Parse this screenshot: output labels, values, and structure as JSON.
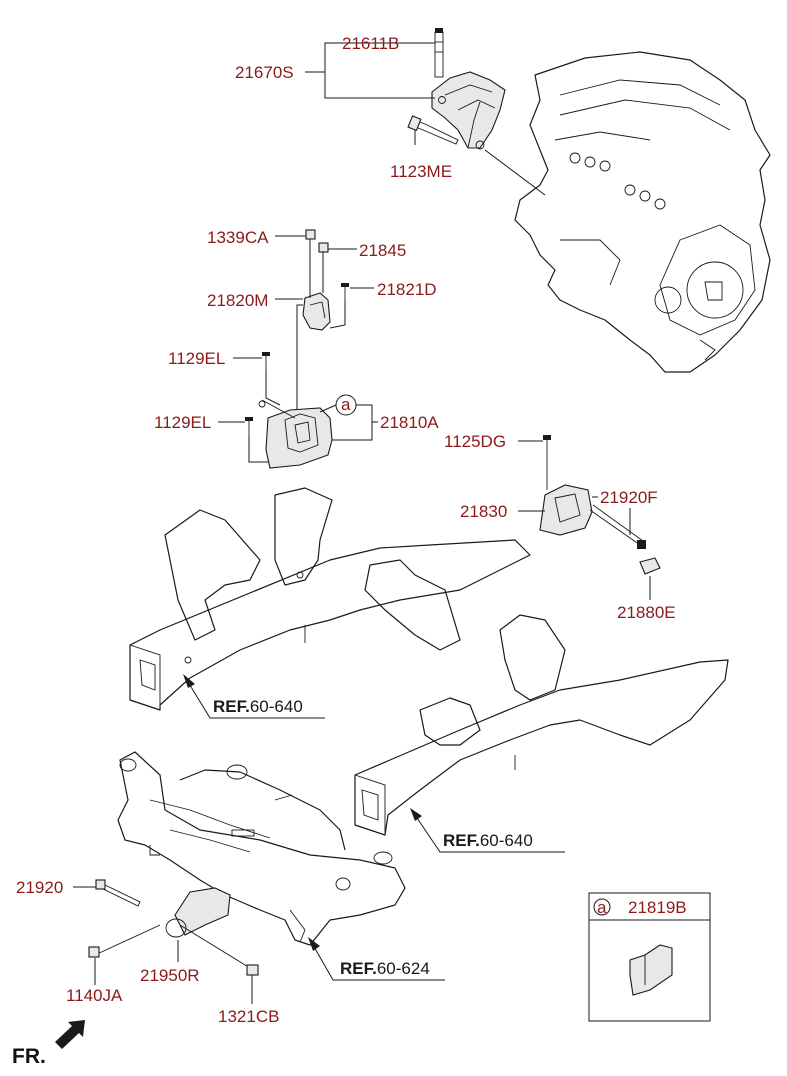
{
  "labels": {
    "p21611B": "21611B",
    "p21670S": "21670S",
    "p1123ME": "1123ME",
    "p1339CA": "1339CA",
    "p21845": "21845",
    "p21820M": "21820M",
    "p21821D": "21821D",
    "p1129EL_a": "1129EL",
    "p1129EL_b": "1129EL",
    "p21810A": "21810A",
    "p1125DG": "1125DG",
    "p21830": "21830",
    "p21920F": "21920F",
    "p21880E": "21880E",
    "p21920": "21920",
    "p1140JA": "1140JA",
    "p21950R": "21950R",
    "p1321CB": "1321CB",
    "callout_a": "a"
  },
  "refs": {
    "ref1_bold": "REF.",
    "ref1_num": "60-640",
    "ref2_bold": "REF.",
    "ref2_num": "60-640",
    "ref3_bold": "REF.",
    "ref3_num": "60-624"
  },
  "inset": {
    "marker": "a",
    "part": "21819B"
  },
  "direction": {
    "label": "FR."
  },
  "colors": {
    "label": "#8b1a1a",
    "line": "#1a1a1a"
  }
}
